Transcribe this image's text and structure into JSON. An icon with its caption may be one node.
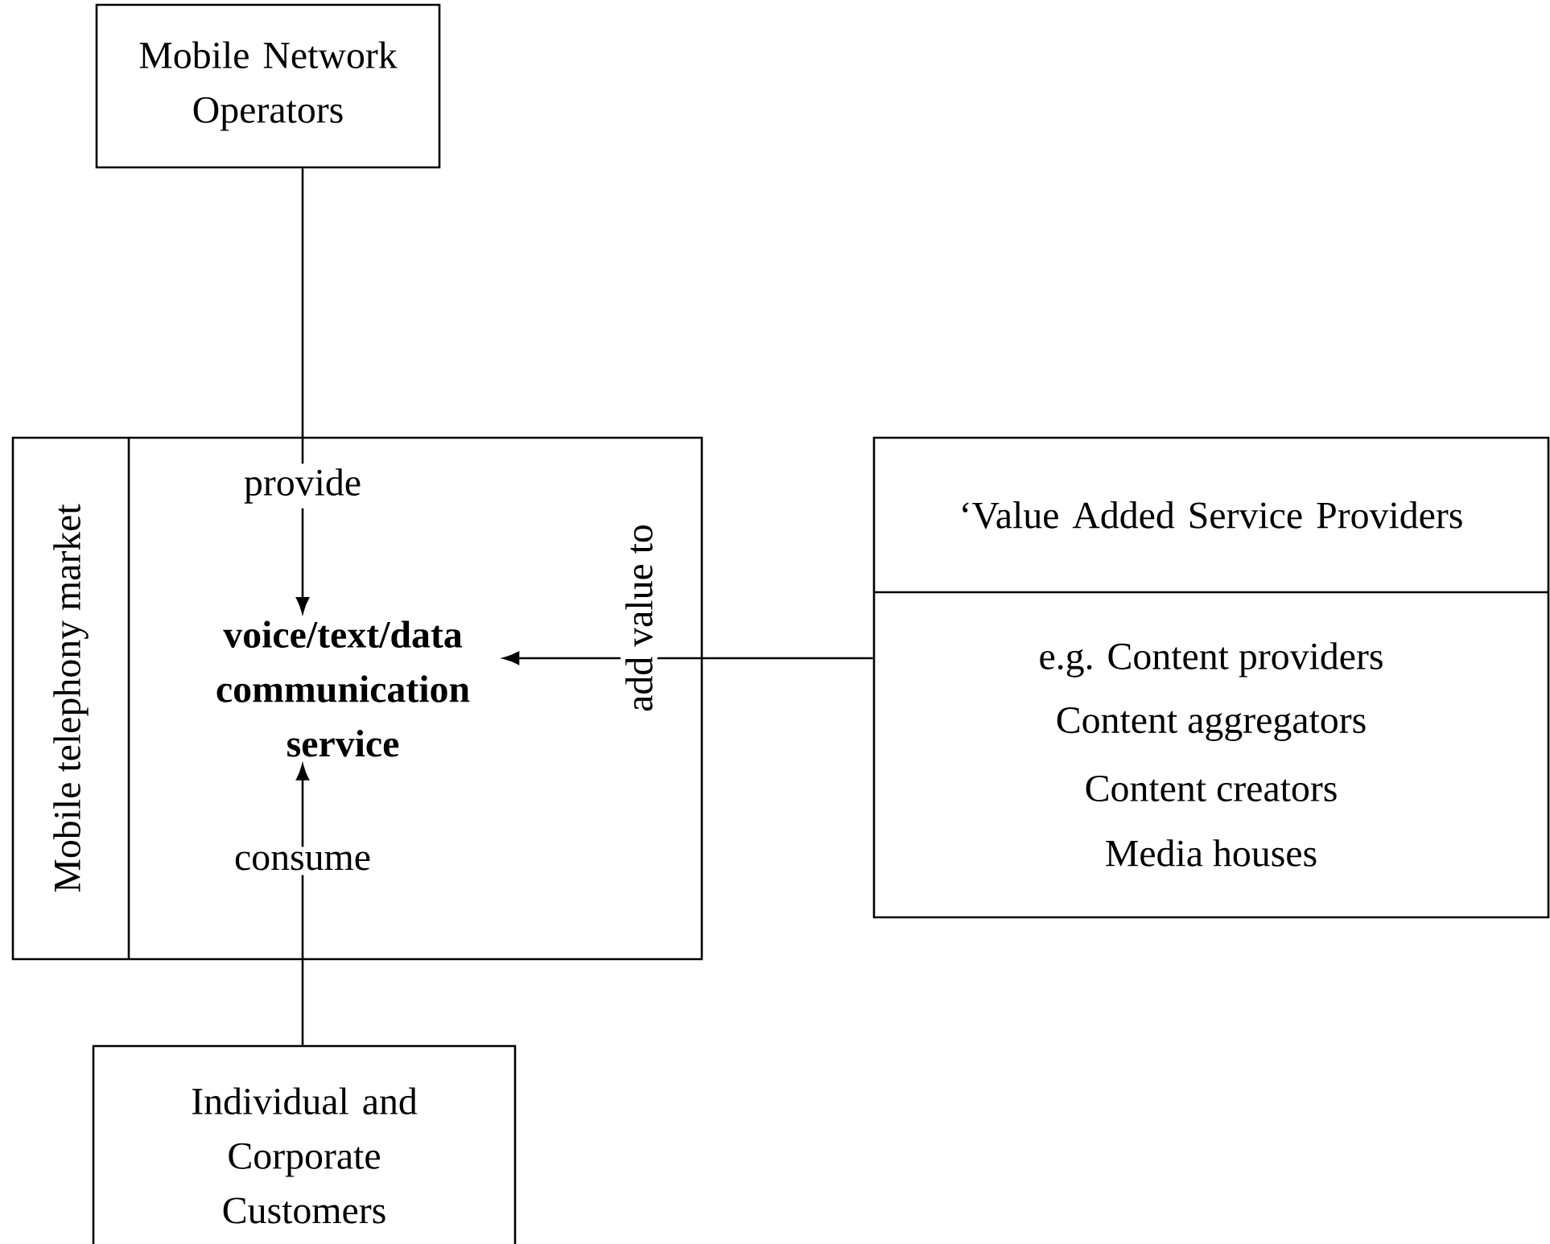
{
  "diagram": {
    "nodes": [
      {
        "text": [
          "Mobile Network Operators"
        ]
      },
      {
        "text": [
          "Mobile telephony market"
        ]
      },
      {
        "text": [
          "voice/text/data communication service"
        ],
        "in": 1
      },
      {
        "text": [
          "‘Value Added Service Providers",
          "e.g. Content providers",
          "Content aggregators",
          "Content creators",
          "Media houses"
        ]
      },
      {
        "text": [
          "Individual and Corporate Customers"
        ]
      }
    ],
    "edges": [
      {
        "from": 0,
        "to": 2,
        "arrow": "to",
        "label": "provide"
      },
      {
        "from": 3,
        "to": 2,
        "arrow": "to",
        "label": "add value to"
      },
      {
        "from": 4,
        "to": 2,
        "arrow": "to",
        "label": "consume"
      }
    ]
  }
}
